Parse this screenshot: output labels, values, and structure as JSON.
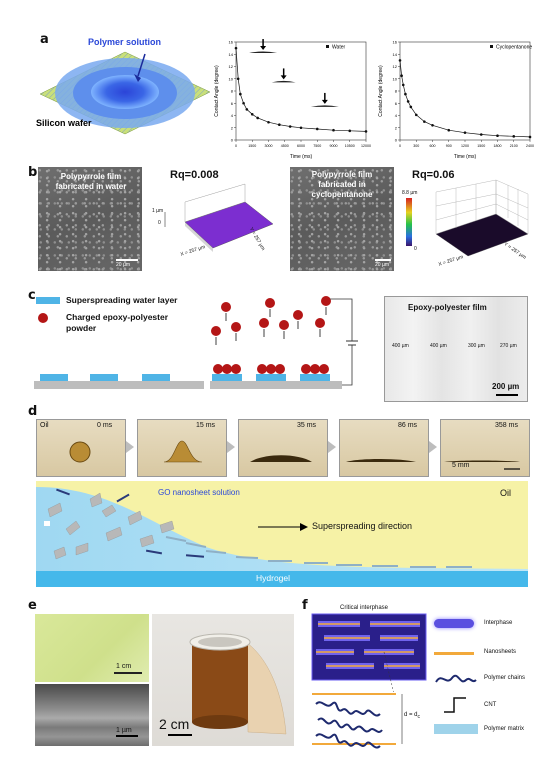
{
  "panels": {
    "a": "a",
    "b": "b",
    "c": "c",
    "d": "d",
    "e": "e",
    "f": "f"
  },
  "a": {
    "polymer_solution": "Polymer solution",
    "silicon_wafer": "Silicon wafer",
    "chart1": {
      "legend": "Water",
      "ylabel": "Contact Angle (degree)",
      "xlabel": "Time (ms)",
      "yticks": [
        "0",
        "2",
        "4",
        "6",
        "8",
        "10",
        "12",
        "14",
        "16"
      ],
      "xticks": [
        "0",
        "1500",
        "3000",
        "4500",
        "6000",
        "7500",
        "9000",
        "10500",
        "12000"
      ]
    },
    "chart2": {
      "legend": "Cyclopentanone",
      "ylabel": "Contact Angle (degree)",
      "xlabel": "Time (ms)",
      "yticks": [
        "0",
        "2",
        "4",
        "6",
        "8",
        "10",
        "12",
        "14",
        "16"
      ],
      "xticks": [
        "0",
        "300",
        "600",
        "900",
        "1200",
        "1500",
        "1800",
        "2100",
        "2400"
      ]
    }
  },
  "chart_data": [
    {
      "type": "scatter",
      "series": [
        {
          "name": "Water",
          "x": [
            0,
            200,
            400,
            700,
            1000,
            1500,
            2000,
            3000,
            4000,
            5000,
            6000,
            7500,
            9000,
            10500,
            12000
          ],
          "y": [
            15,
            10,
            7.5,
            6,
            5,
            4.2,
            3.6,
            2.9,
            2.5,
            2.2,
            2.0,
            1.8,
            1.6,
            1.5,
            1.4
          ]
        }
      ],
      "xlabel": "Time (ms)",
      "ylabel": "Contact Angle (degree)",
      "xlim": [
        0,
        12000
      ],
      "ylim": [
        0,
        16
      ]
    },
    {
      "type": "scatter",
      "series": [
        {
          "name": "Cyclopentanone",
          "x": [
            0,
            30,
            60,
            100,
            150,
            200,
            300,
            450,
            600,
            900,
            1200,
            1500,
            1800,
            2100,
            2400
          ],
          "y": [
            13,
            10.5,
            9,
            7.5,
            6.3,
            5.4,
            4.1,
            3,
            2.4,
            1.6,
            1.2,
            0.9,
            0.7,
            0.6,
            0.5
          ]
        }
      ],
      "xlabel": "Time (ms)",
      "ylabel": "Contact Angle (degree)",
      "xlim": [
        0,
        2400
      ],
      "ylim": [
        0,
        16
      ]
    }
  ],
  "b": {
    "film_water": "Polypyrrole film fabricated in water",
    "rq1": "Rq=0.008",
    "film_cyclo": "Polypyrrole film fabricated in cyclopentanone",
    "rq2": "Rq=0.06",
    "scale1": "20 µm",
    "scale2": "20 µm",
    "axis_1um": "1 µm",
    "axis_zero": "0",
    "axis_x": "X = 257 µm",
    "axis_y": "Y = 257 µm",
    "axis_88": "8.8 µm",
    "axis_zero2": "0",
    "axis_x2": "X = 257 µm",
    "axis_y2": "Y = 257 µm"
  },
  "c": {
    "legend1": "Superspreading water layer",
    "legend2": "Charged epoxy-polyester powder",
    "film_title": "Epoxy-polyester film",
    "scale": "200 µm",
    "dims": [
      "400 µm",
      "400 µm",
      "300 µm",
      "270 µm"
    ]
  },
  "d": {
    "oil_label": "Oil",
    "frames": [
      "0 ms",
      "15 ms",
      "35 ms",
      "86 ms",
      "358 ms"
    ],
    "scale": "5 mm",
    "go_solution": "GO nanosheet solution",
    "oil_right": "Oil",
    "direction": "Superspreading direction",
    "hydrogel": "Hydrogel"
  },
  "e": {
    "scale1": "1 cm",
    "scale2": "1 µm",
    "scale3": "2 cm"
  },
  "f": {
    "critical": "Critical interphase",
    "d_label": "d = d",
    "d_sub": "c",
    "legend": [
      "Interphase",
      "Nanosheets",
      "Polymer chains",
      "CNT",
      "Polymer matrix"
    ],
    "colors": {
      "interphase": "#5a4fe0",
      "nanosheets": "#f2a93b",
      "polymer": "#1e2a6e",
      "matrix": "#9fd3ea"
    }
  }
}
